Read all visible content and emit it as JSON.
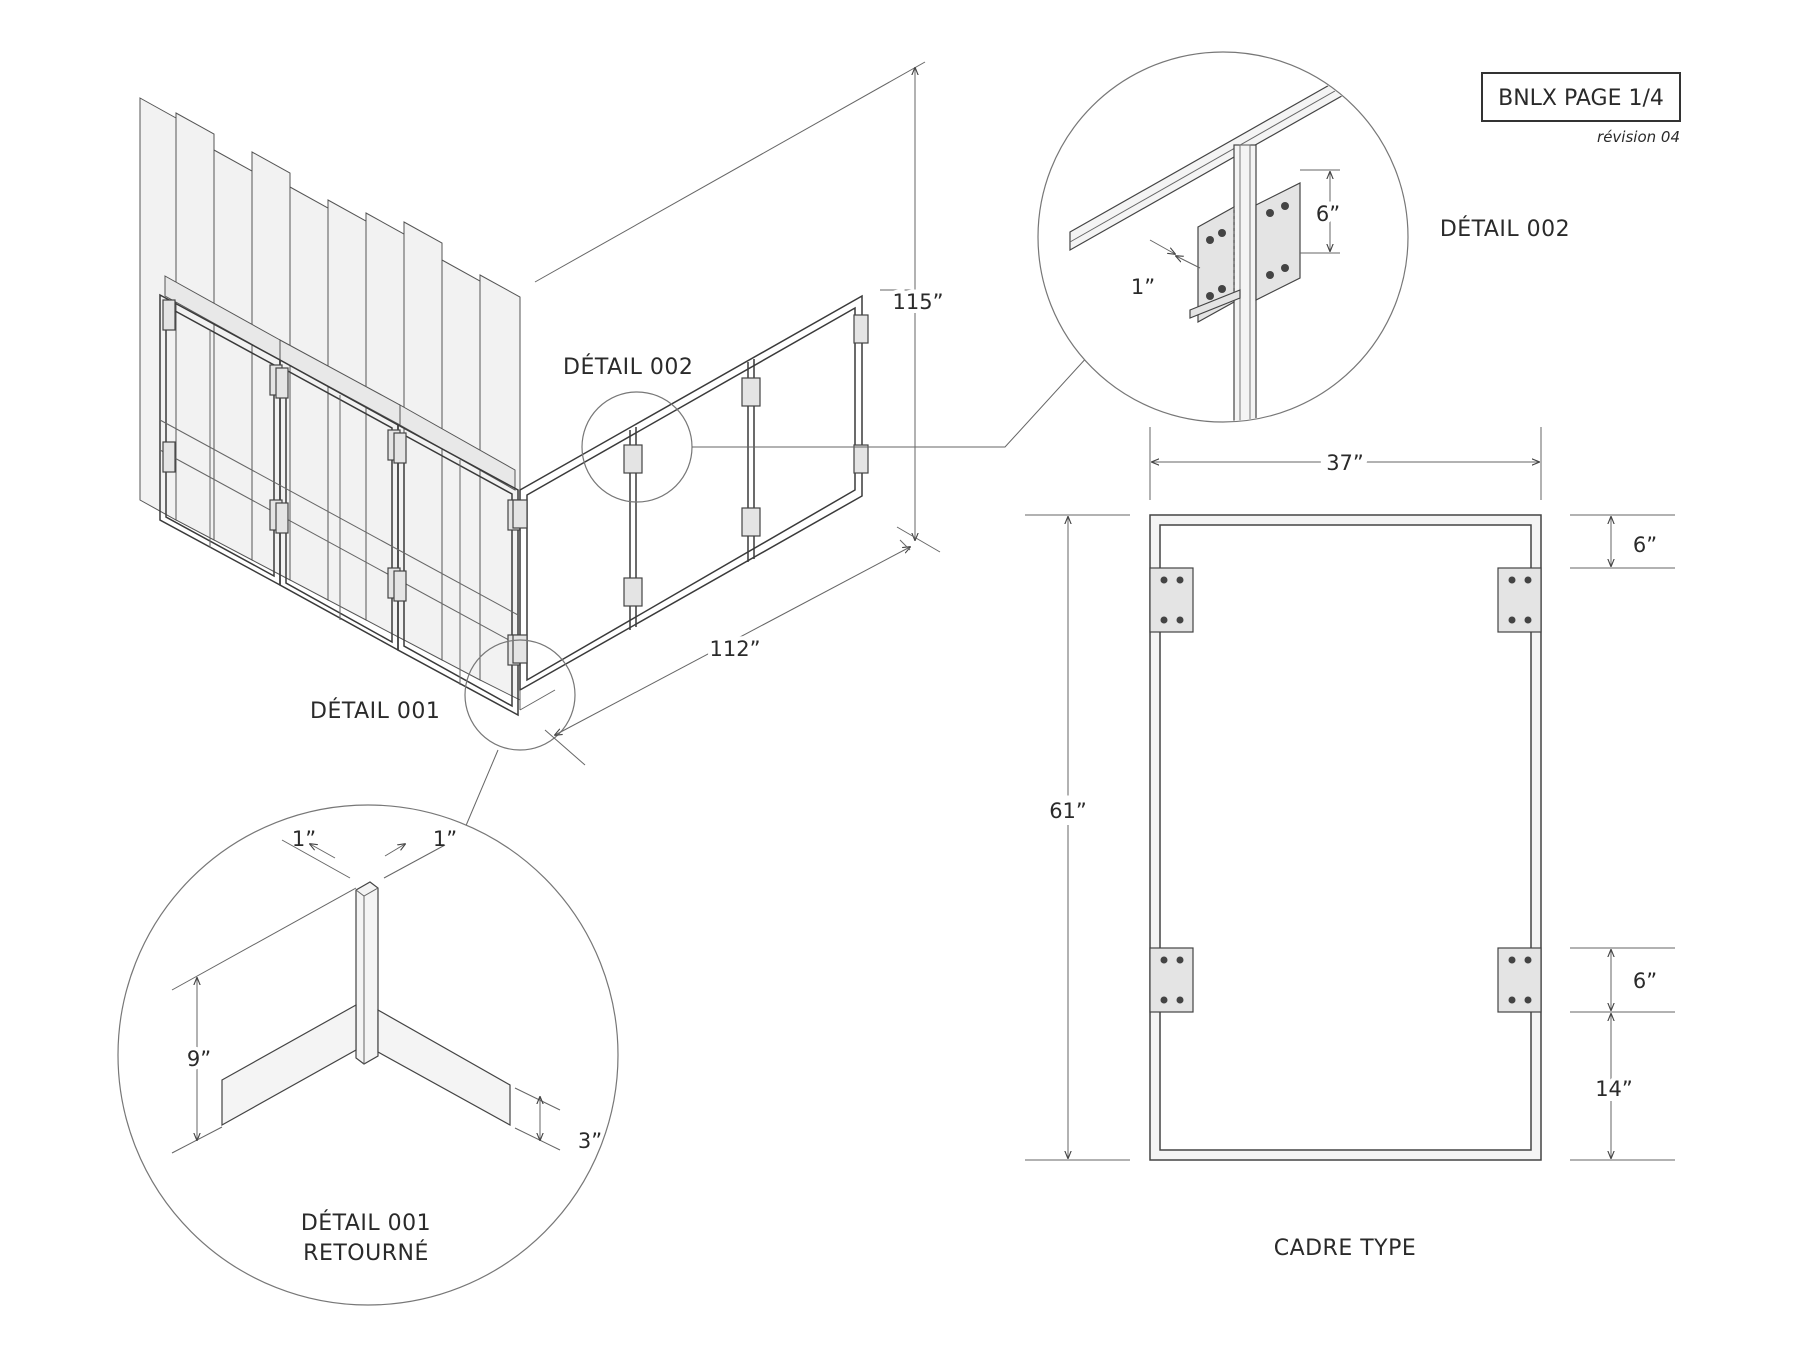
{
  "sheet": {
    "page_label": "BNLX PAGE 1/4",
    "revision": "révision 04"
  },
  "callouts": {
    "detail_002_iso": "DÉTAIL 002",
    "detail_002": "DÉTAIL 002",
    "detail_001": "DÉTAIL 001",
    "detail_001_flipped_line1": "DÉTAIL 001",
    "detail_001_flipped_line2": "RETOURNÉ",
    "cadre_type": "CADRE TYPE"
  },
  "dimensions": {
    "height_115": "115”",
    "length_112": "112”",
    "width_37": "37”",
    "height_61": "61”",
    "top_6": "6”",
    "plate_6": "6”",
    "bottom_14": "14”",
    "d002_6": "6”",
    "d002_1": "1”",
    "d001_1_left": "1”",
    "d001_1_right": "1”",
    "d001_9": "9”",
    "d001_3": "3”"
  }
}
